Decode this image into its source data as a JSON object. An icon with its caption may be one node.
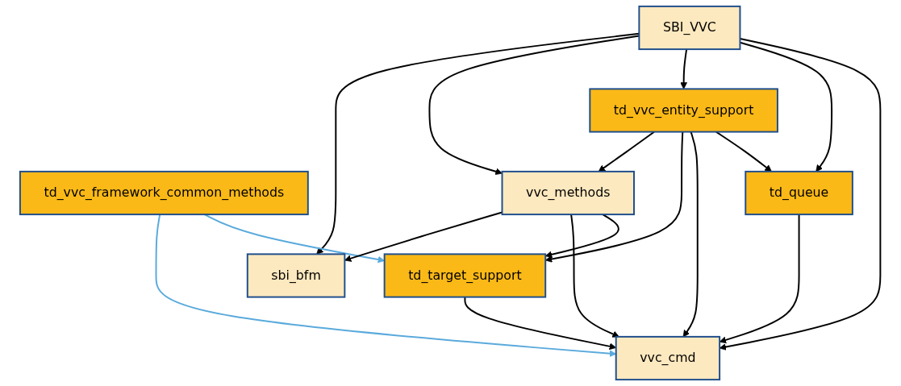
{
  "diagram": {
    "nodes": [
      {
        "text": [
          "SBI_VVC"
        ]
      },
      {
        "text": [
          "td_vvc_entity_support"
        ]
      },
      {
        "text": [
          "td_vvc_framework_common_methods"
        ]
      },
      {
        "text": [
          "vvc_methods"
        ]
      },
      {
        "text": [
          "td_queue"
        ]
      },
      {
        "text": [
          "sbi_bfm"
        ]
      },
      {
        "text": [
          "td_target_support"
        ]
      },
      {
        "text": [
          "vvc_cmd"
        ]
      }
    ],
    "edges": [
      {
        "from": 0,
        "to": 5,
        "arrow": "to"
      },
      {
        "from": 0,
        "to": 3,
        "arrow": "to"
      },
      {
        "from": 0,
        "to": 1,
        "arrow": "to"
      },
      {
        "from": 0,
        "to": 4,
        "arrow": "to"
      },
      {
        "from": 0,
        "to": 7,
        "arrow": "to"
      },
      {
        "from": 1,
        "to": 3,
        "arrow": "to"
      },
      {
        "from": 1,
        "to": 6,
        "arrow": "to"
      },
      {
        "from": 1,
        "to": 7,
        "arrow": "to"
      },
      {
        "from": 1,
        "to": 4,
        "arrow": "to"
      },
      {
        "from": 2,
        "to": 7,
        "arrow": "to",
        "color": "#5aaadc"
      },
      {
        "from": 2,
        "to": 6,
        "arrow": "to",
        "color": "#5aaadc"
      },
      {
        "from": 3,
        "to": 5,
        "arrow": "to"
      },
      {
        "from": 3,
        "to": 7,
        "arrow": "to"
      },
      {
        "from": 3,
        "to": 6,
        "arrow": "to"
      },
      {
        "from": 4,
        "to": 7,
        "arrow": "to"
      },
      {
        "from": 6,
        "to": 7,
        "arrow": "to"
      }
    ]
  }
}
